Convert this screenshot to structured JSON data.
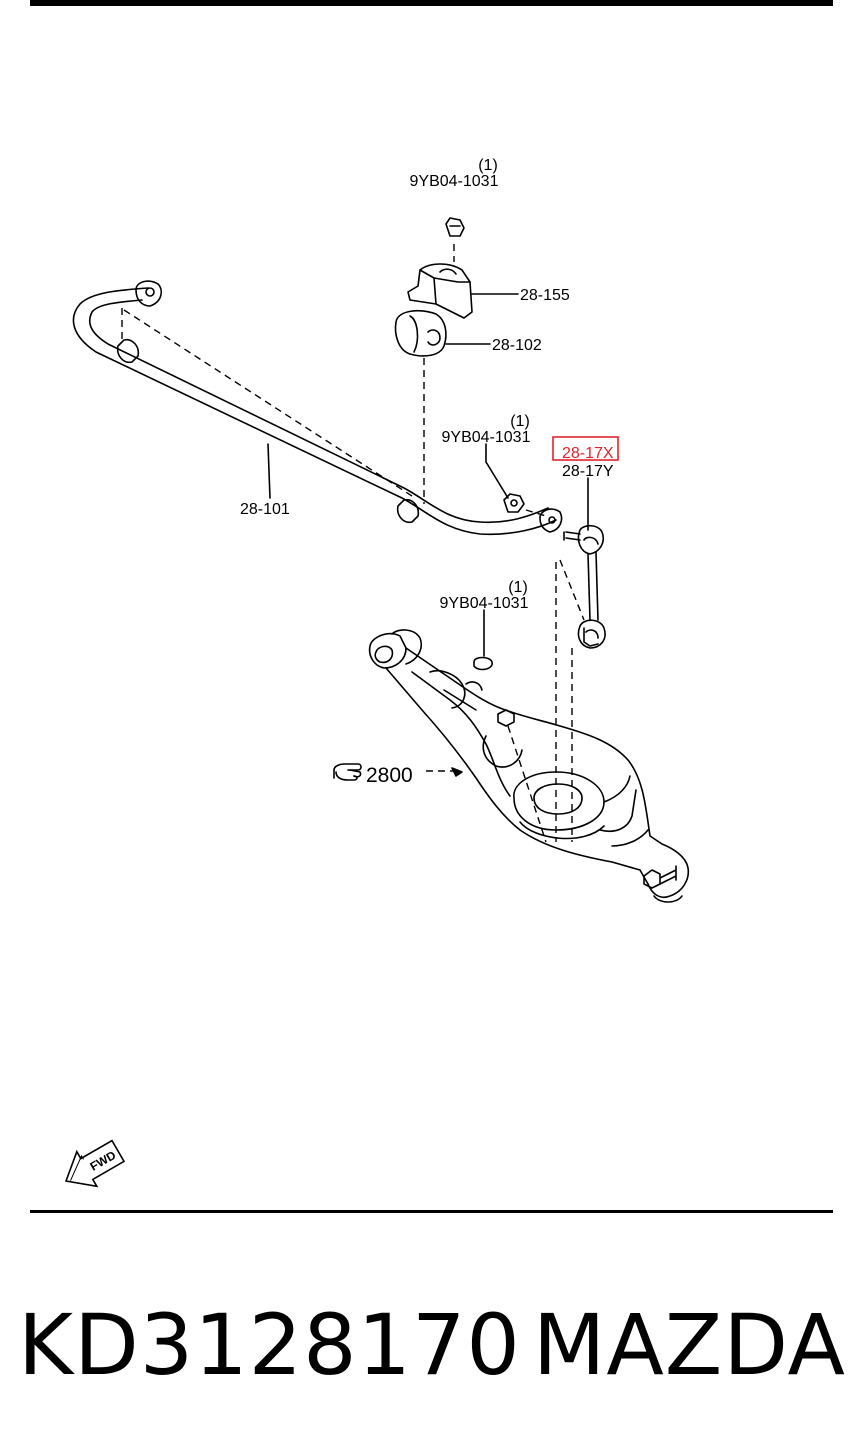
{
  "diagram": {
    "labels": {
      "bolt_top_qty": "(1)",
      "bolt_top_code": "9YB04-1031",
      "bracket": "28-155",
      "bushing": "28-102",
      "stabilizer_bar": "28-101",
      "nut_mid_qty": "(1)",
      "nut_mid_code": "9YB04-1031",
      "link_x": "28-17X",
      "link_y": "28-17Y",
      "nut_low_qty": "(1)",
      "nut_low_code": "9YB04-1031",
      "ref_arm": "2800",
      "fwd": "FWD"
    },
    "highlight_color": "#e0242c"
  },
  "footer": {
    "part_number": "KD3128170",
    "brand": "MAZDA"
  }
}
